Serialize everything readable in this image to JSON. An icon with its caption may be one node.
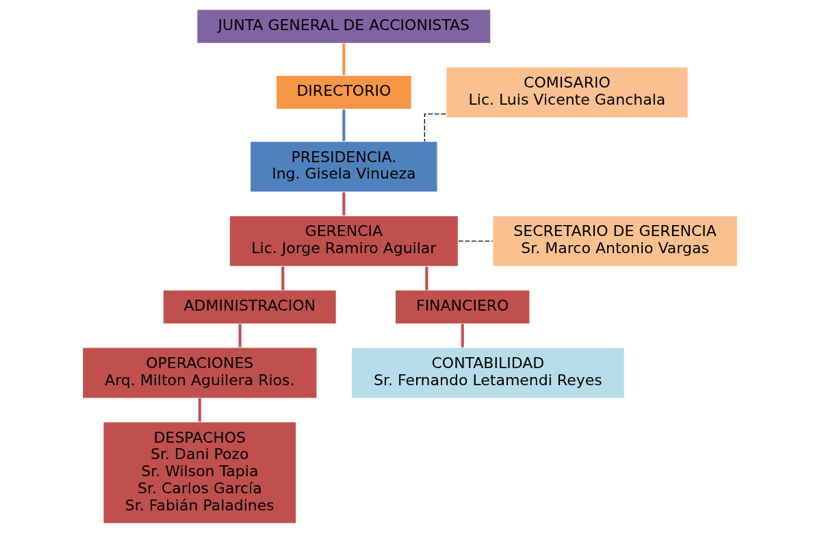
{
  "diagram": {
    "nodes": [
      {
        "text": [
          "JUNTA GENERAL DE ACCIONISTAS"
        ]
      },
      {
        "text": [
          "DIRECTORIO"
        ]
      },
      {
        "text": [
          "COMISARIO",
          "Lic. Luis Vicente Ganchala"
        ]
      },
      {
        "text": [
          "PRESIDENCIA.",
          "Ing. Gisela Vinueza"
        ]
      },
      {
        "text": [
          "GERENCIA",
          "Lic. Jorge Ramiro Aguilar"
        ]
      },
      {
        "text": [
          "SECRETARIO DE GERENCIA",
          "Sr. Marco Antonio Vargas"
        ]
      },
      {
        "text": [
          "ADMINISTRACION"
        ]
      },
      {
        "text": [
          "FINANCIERO"
        ]
      },
      {
        "text": [
          "OPERACIONES",
          "Arq. Milton Aguilera Rios."
        ]
      },
      {
        "text": [
          "CONTABILIDAD",
          "Sr. Fernando Letamendi Reyes"
        ]
      },
      {
        "text": [
          "DESPACHOS",
          "Sr. Dani Pozo",
          "Sr. Wilson Tapia",
          "Sr. Carlos García",
          "Sr. Fabián Paladines"
        ]
      }
    ],
    "edges": [
      {
        "from": 0,
        "to": 1,
        "arrow": "none",
        "color": "#f79646"
      },
      {
        "from": 1,
        "to": 3,
        "arrow": "none",
        "color": "#4f81bd"
      },
      {
        "from": 2,
        "to": 3,
        "arrow": "none",
        "style": "dashed",
        "color": "#000000"
      },
      {
        "from": 3,
        "to": 4,
        "arrow": "none"
      },
      {
        "from": 4,
        "to": 5,
        "arrow": "none",
        "style": "dashed",
        "color": "#000000"
      },
      {
        "from": 4,
        "to": 6,
        "arrow": "none"
      },
      {
        "from": 4,
        "to": 7,
        "arrow": "none"
      },
      {
        "from": 6,
        "to": 8,
        "arrow": "none"
      },
      {
        "from": 7,
        "to": 9,
        "arrow": "none"
      },
      {
        "from": 8,
        "to": 10,
        "arrow": "none"
      }
    ]
  }
}
